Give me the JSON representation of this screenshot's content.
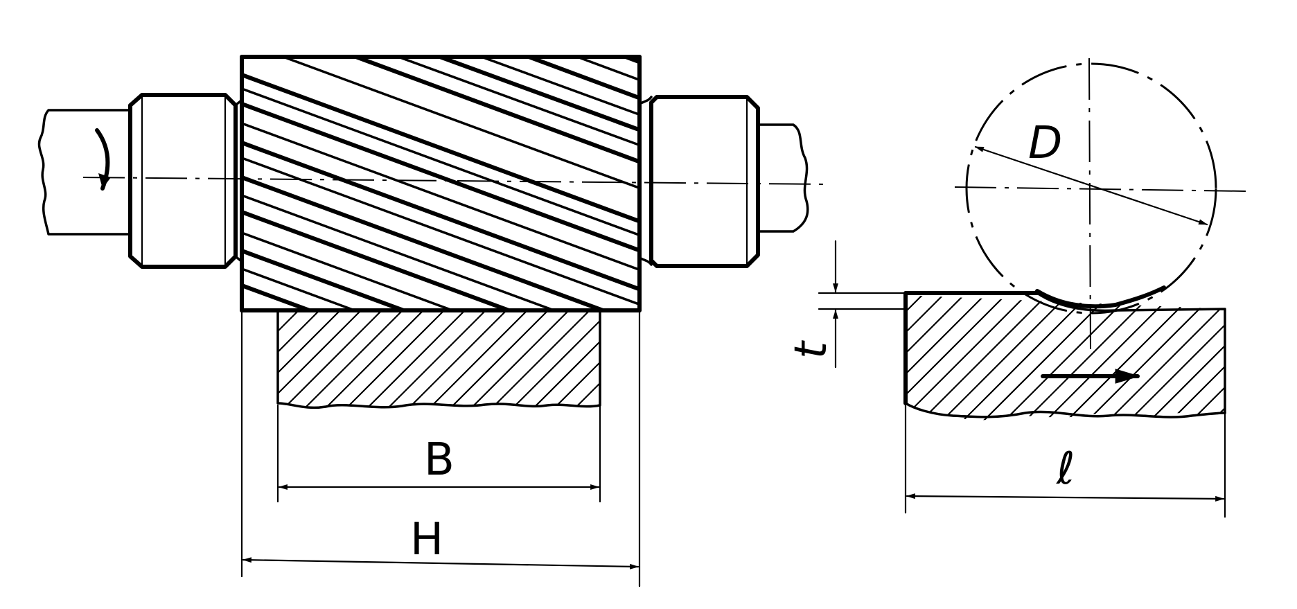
{
  "labels": {
    "B": "B",
    "H": "H",
    "D": "D",
    "t": "t",
    "l": "ℓ"
  }
}
